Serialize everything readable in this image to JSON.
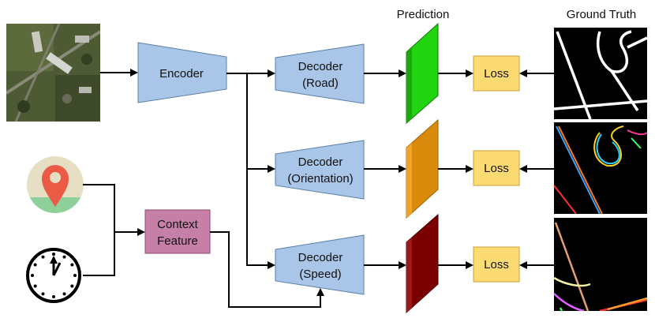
{
  "headers": {
    "prediction": "Prediction",
    "ground_truth": "Ground Truth"
  },
  "encoder": {
    "label": "Encoder"
  },
  "decoders": [
    {
      "line1": "Decoder",
      "line2": "(Road)"
    },
    {
      "line1": "Decoder",
      "line2": "(Orientation)"
    },
    {
      "line1": "Decoder",
      "line2": "(Speed)"
    }
  ],
  "context": {
    "line1": "Context",
    "line2": "Feature"
  },
  "losses": [
    {
      "label": "Loss"
    },
    {
      "label": "Loss"
    },
    {
      "label": "Loss"
    }
  ],
  "colors": {
    "block_fill": "#a9c6e8",
    "block_stroke": "#5b7fa8",
    "loss_fill": "#fddb73",
    "loss_stroke": "#c7a13a",
    "context_fill": "#c67fa6",
    "context_stroke": "#8c4b70",
    "prediction_road": "#22d40f",
    "prediction_orientation": "#d98a0a",
    "prediction_speed": "#7a0000"
  },
  "icons": [
    "aerial-image",
    "location-pin-icon",
    "clock-icon",
    "ground-truth-road-mask",
    "ground-truth-orientation-mask",
    "ground-truth-speed-mask"
  ]
}
